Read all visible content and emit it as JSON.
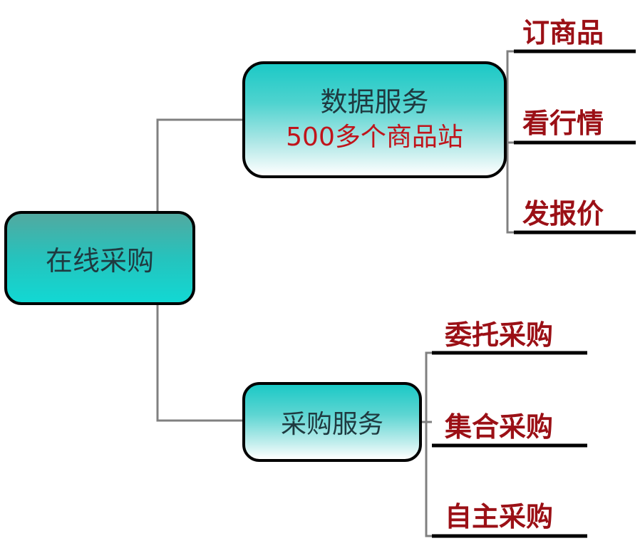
{
  "root": {
    "label": "在线采购"
  },
  "data_service": {
    "title": "数据服务",
    "subtitle": "500多个商品站"
  },
  "purchase_service": {
    "title": "采购服务"
  },
  "data_leaves": [
    "订商品",
    "看行情",
    "发报价"
  ],
  "purchase_leaves": [
    "委托采购",
    "集合采购",
    "自主采购"
  ],
  "colors": {
    "leaf_text": "#9b1016",
    "subtitle_text": "#c0141b",
    "node_text": "#1f3a40",
    "node_fill": "#1cc9c6"
  }
}
